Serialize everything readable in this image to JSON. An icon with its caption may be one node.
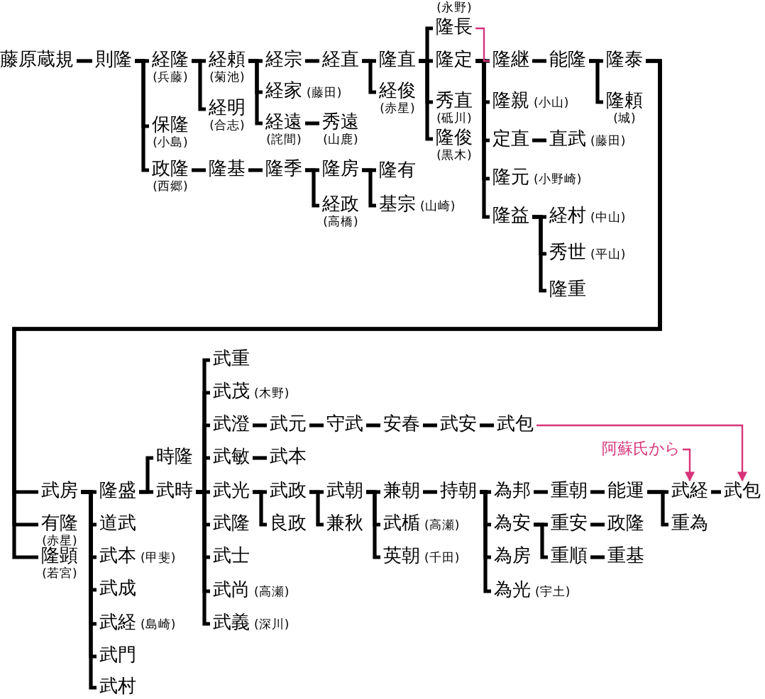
{
  "diagram": {
    "nodes": [
      {
        "text": [
          "藤原蔵規"
        ]
      },
      {
        "text": [
          "則隆"
        ]
      },
      {
        "text": [
          "経隆"
        ],
        "beside": [
          "(兵藤)"
        ]
      },
      {
        "text": [
          "経頼"
        ],
        "beside": [
          "(菊池)"
        ]
      },
      {
        "text": [
          "経明"
        ],
        "beside": [
          "(合志)"
        ]
      },
      {
        "text": [
          "経宗"
        ]
      },
      {
        "text": [
          "経直"
        ]
      },
      {
        "text": [
          "経家"
        ],
        "beside": [
          "(藤田)"
        ]
      },
      {
        "text": [
          "経遠"
        ],
        "beside": [
          "(詫間)"
        ]
      },
      {
        "text": [
          "秀遠"
        ],
        "beside": [
          "(山鹿)"
        ]
      },
      {
        "text": [
          "保隆"
        ],
        "beside": [
          "(小島)"
        ]
      },
      {
        "text": [
          "政隆"
        ],
        "beside": [
          "(西郷)"
        ]
      },
      {
        "text": [
          "隆基"
        ]
      },
      {
        "text": [
          "隆季"
        ]
      },
      {
        "text": [
          "隆房"
        ]
      },
      {
        "text": [
          "経政"
        ],
        "beside": [
          "(高橋)"
        ]
      },
      {
        "text": [
          "隆有"
        ]
      },
      {
        "text": [
          "基宗"
        ],
        "beside": [
          "(山崎)"
        ]
      },
      {
        "text": [
          "隆直"
        ]
      },
      {
        "text": [
          "経俊"
        ],
        "beside": [
          "(赤星)"
        ]
      },
      {
        "text": [
          "隆長"
        ],
        "beside": [
          "(永野)"
        ]
      },
      {
        "text": [
          "隆定"
        ]
      },
      {
        "text": [
          "秀直"
        ],
        "beside": [
          "(砥川)"
        ]
      },
      {
        "text": [
          "隆俊"
        ],
        "beside": [
          "(黒木)"
        ]
      },
      {
        "text": [
          "隆継"
        ]
      },
      {
        "text": [
          "能隆"
        ]
      },
      {
        "text": [
          "隆泰"
        ]
      },
      {
        "text": [
          "隆頼"
        ],
        "beside": [
          "(城)"
        ]
      },
      {
        "text": [
          "隆親"
        ],
        "beside": [
          "(小山)"
        ]
      },
      {
        "text": [
          "定直"
        ]
      },
      {
        "text": [
          "直武"
        ],
        "beside": [
          "(藤田)"
        ]
      },
      {
        "text": [
          "隆元"
        ],
        "beside": [
          "(小野崎)"
        ]
      },
      {
        "text": [
          "隆益"
        ]
      },
      {
        "text": [
          "経村"
        ],
        "beside": [
          "(中山)"
        ]
      },
      {
        "text": [
          "秀世"
        ],
        "beside": [
          "(平山)"
        ]
      },
      {
        "text": [
          "隆重"
        ]
      },
      {
        "text": [
          "武房"
        ]
      },
      {
        "text": [
          "有隆"
        ],
        "beside": [
          "(赤星)"
        ]
      },
      {
        "text": [
          "隆顕"
        ],
        "beside": [
          "(若宮)"
        ]
      },
      {
        "text": [
          "隆盛"
        ]
      },
      {
        "text": [
          "道武"
        ]
      },
      {
        "text": [
          "武本"
        ],
        "beside": [
          "(甲斐)"
        ]
      },
      {
        "text": [
          "武成"
        ]
      },
      {
        "text": [
          "武経"
        ],
        "beside": [
          "(島崎)"
        ]
      },
      {
        "text": [
          "武門"
        ]
      },
      {
        "text": [
          "武村"
        ]
      },
      {
        "text": [
          "時隆"
        ]
      },
      {
        "text": [
          "武時"
        ]
      },
      {
        "text": [
          "武重"
        ]
      },
      {
        "text": [
          "武茂"
        ],
        "beside": [
          "(木野)"
        ]
      },
      {
        "text": [
          "武澄"
        ]
      },
      {
        "text": [
          "武元"
        ]
      },
      {
        "text": [
          "守武"
        ]
      },
      {
        "text": [
          "安春"
        ]
      },
      {
        "text": [
          "武安"
        ]
      },
      {
        "text": [
          "武包"
        ]
      },
      {
        "text": [
          "武敏"
        ]
      },
      {
        "text": [
          "武本"
        ]
      },
      {
        "text": [
          "武光"
        ]
      },
      {
        "text": [
          "武政"
        ]
      },
      {
        "text": [
          "良政"
        ]
      },
      {
        "text": [
          "武朝"
        ]
      },
      {
        "text": [
          "兼秋"
        ]
      },
      {
        "text": [
          "兼朝"
        ]
      },
      {
        "text": [
          "武楯"
        ],
        "beside": [
          "(高瀬)"
        ]
      },
      {
        "text": [
          "英朝"
        ],
        "beside": [
          "(千田)"
        ]
      },
      {
        "text": [
          "持朝"
        ]
      },
      {
        "text": [
          "為邦"
        ]
      },
      {
        "text": [
          "重朝"
        ]
      },
      {
        "text": [
          "能運"
        ]
      },
      {
        "text": [
          "為安"
        ]
      },
      {
        "text": [
          "重安"
        ]
      },
      {
        "text": [
          "政隆"
        ]
      },
      {
        "text": [
          "為房"
        ]
      },
      {
        "text": [
          "重順"
        ]
      },
      {
        "text": [
          "重基"
        ]
      },
      {
        "text": [
          "為光"
        ],
        "beside": [
          "(宇土)"
        ]
      },
      {
        "text": [
          "武経"
        ]
      },
      {
        "text": [
          "武包"
        ]
      },
      {
        "text": [
          "重為"
        ]
      },
      {
        "text": [
          "武隆"
        ]
      },
      {
        "text": [
          "武士"
        ]
      },
      {
        "text": [
          "武尚"
        ],
        "beside": [
          "(高瀬)"
        ]
      },
      {
        "text": [
          "武義"
        ],
        "beside": [
          "(深川)"
        ]
      },
      {
        "text": [
          "阿蘇氏から"
        ]
      }
    ],
    "edges": [
      {
        "from": 0,
        "to": 1,
        "arrow": "none"
      },
      {
        "from": 1,
        "to": 2,
        "arrow": "none"
      },
      {
        "from": 1,
        "to": 10,
        "arrow": "none"
      },
      {
        "from": 1,
        "to": 11,
        "arrow": "none"
      },
      {
        "from": 2,
        "to": 3,
        "arrow": "none"
      },
      {
        "from": 2,
        "to": 4,
        "arrow": "none"
      },
      {
        "from": 3,
        "to": 5,
        "arrow": "none"
      },
      {
        "from": 3,
        "to": 7,
        "arrow": "none"
      },
      {
        "from": 3,
        "to": 8,
        "arrow": "none"
      },
      {
        "from": 5,
        "to": 6,
        "arrow": "none"
      },
      {
        "from": 8,
        "to": 9,
        "arrow": "none"
      },
      {
        "from": 11,
        "to": 12,
        "arrow": "none"
      },
      {
        "from": 12,
        "to": 13,
        "arrow": "none"
      },
      {
        "from": 13,
        "to": 14,
        "arrow": "none"
      },
      {
        "from": 13,
        "to": 15,
        "arrow": "none"
      },
      {
        "from": 14,
        "to": 16,
        "arrow": "none"
      },
      {
        "from": 14,
        "to": 17,
        "arrow": "none"
      },
      {
        "from": 6,
        "to": 18,
        "arrow": "none"
      },
      {
        "from": 6,
        "to": 19,
        "arrow": "none"
      },
      {
        "from": 18,
        "to": 20,
        "arrow": "none"
      },
      {
        "from": 18,
        "to": 21,
        "arrow": "none"
      },
      {
        "from": 18,
        "to": 22,
        "arrow": "none"
      },
      {
        "from": 18,
        "to": 23,
        "arrow": "none"
      },
      {
        "from": 21,
        "to": 24,
        "arrow": "none"
      },
      {
        "from": 21,
        "to": 28,
        "arrow": "none"
      },
      {
        "from": 21,
        "to": 29,
        "arrow": "none"
      },
      {
        "from": 21,
        "to": 31,
        "arrow": "none"
      },
      {
        "from": 21,
        "to": 32,
        "arrow": "none"
      },
      {
        "from": 20,
        "to": 24,
        "arrow": "none",
        "color": "#d6337a"
      },
      {
        "from": 24,
        "to": 25,
        "arrow": "none"
      },
      {
        "from": 25,
        "to": 26,
        "arrow": "none"
      },
      {
        "from": 25,
        "to": 27,
        "arrow": "none"
      },
      {
        "from": 29,
        "to": 30,
        "arrow": "none"
      },
      {
        "from": 32,
        "to": 33,
        "arrow": "none"
      },
      {
        "from": 32,
        "to": 34,
        "arrow": "none"
      },
      {
        "from": 32,
        "to": 35,
        "arrow": "none"
      },
      {
        "from": 26,
        "to": 36,
        "arrow": "none"
      },
      {
        "from": 26,
        "to": 37,
        "arrow": "none"
      },
      {
        "from": 26,
        "to": 38,
        "arrow": "none"
      },
      {
        "from": 36,
        "to": 39,
        "arrow": "none"
      },
      {
        "from": 36,
        "to": 40,
        "arrow": "none"
      },
      {
        "from": 36,
        "to": 41,
        "arrow": "none"
      },
      {
        "from": 36,
        "to": 42,
        "arrow": "none"
      },
      {
        "from": 36,
        "to": 43,
        "arrow": "none"
      },
      {
        "from": 36,
        "to": 44,
        "arrow": "none"
      },
      {
        "from": 36,
        "to": 45,
        "arrow": "none"
      },
      {
        "from": 39,
        "to": 46,
        "arrow": "none"
      },
      {
        "from": 39,
        "to": 47,
        "arrow": "none"
      },
      {
        "from": 47,
        "to": 48,
        "arrow": "none"
      },
      {
        "from": 47,
        "to": 49,
        "arrow": "none"
      },
      {
        "from": 47,
        "to": 50,
        "arrow": "none"
      },
      {
        "from": 47,
        "to": 56,
        "arrow": "none"
      },
      {
        "from": 47,
        "to": 58,
        "arrow": "none"
      },
      {
        "from": 47,
        "to": 80,
        "arrow": "none"
      },
      {
        "from": 47,
        "to": 81,
        "arrow": "none"
      },
      {
        "from": 47,
        "to": 82,
        "arrow": "none"
      },
      {
        "from": 47,
        "to": 83,
        "arrow": "none"
      },
      {
        "from": 50,
        "to": 51,
        "arrow": "none"
      },
      {
        "from": 51,
        "to": 52,
        "arrow": "none"
      },
      {
        "from": 52,
        "to": 53,
        "arrow": "none"
      },
      {
        "from": 53,
        "to": 54,
        "arrow": "none"
      },
      {
        "from": 54,
        "to": 55,
        "arrow": "none"
      },
      {
        "from": 56,
        "to": 57,
        "arrow": "none"
      },
      {
        "from": 58,
        "to": 59,
        "arrow": "none"
      },
      {
        "from": 58,
        "to": 60,
        "arrow": "none"
      },
      {
        "from": 59,
        "to": 61,
        "arrow": "none"
      },
      {
        "from": 59,
        "to": 62,
        "arrow": "none"
      },
      {
        "from": 61,
        "to": 63,
        "arrow": "none"
      },
      {
        "from": 61,
        "to": 64,
        "arrow": "none"
      },
      {
        "from": 61,
        "to": 65,
        "arrow": "none"
      },
      {
        "from": 63,
        "to": 66,
        "arrow": "none"
      },
      {
        "from": 66,
        "to": 67,
        "arrow": "none"
      },
      {
        "from": 66,
        "to": 70,
        "arrow": "none"
      },
      {
        "from": 66,
        "to": 73,
        "arrow": "none"
      },
      {
        "from": 66,
        "to": 76,
        "arrow": "none"
      },
      {
        "from": 67,
        "to": 68,
        "arrow": "none"
      },
      {
        "from": 68,
        "to": 69,
        "arrow": "none"
      },
      {
        "from": 69,
        "to": 77,
        "arrow": "none"
      },
      {
        "from": 69,
        "to": 79,
        "arrow": "none"
      },
      {
        "from": 77,
        "to": 78,
        "arrow": "none"
      },
      {
        "from": 70,
        "to": 71,
        "arrow": "none"
      },
      {
        "from": 70,
        "to": 74,
        "arrow": "none"
      },
      {
        "from": 71,
        "to": 72,
        "arrow": "none"
      },
      {
        "from": 74,
        "to": 75,
        "arrow": "none"
      },
      {
        "from": 55,
        "to": 78,
        "arrow": "to",
        "color": "#d6337a"
      },
      {
        "from": 84,
        "to": 77,
        "arrow": "to",
        "color": "#d6337a"
      }
    ]
  }
}
